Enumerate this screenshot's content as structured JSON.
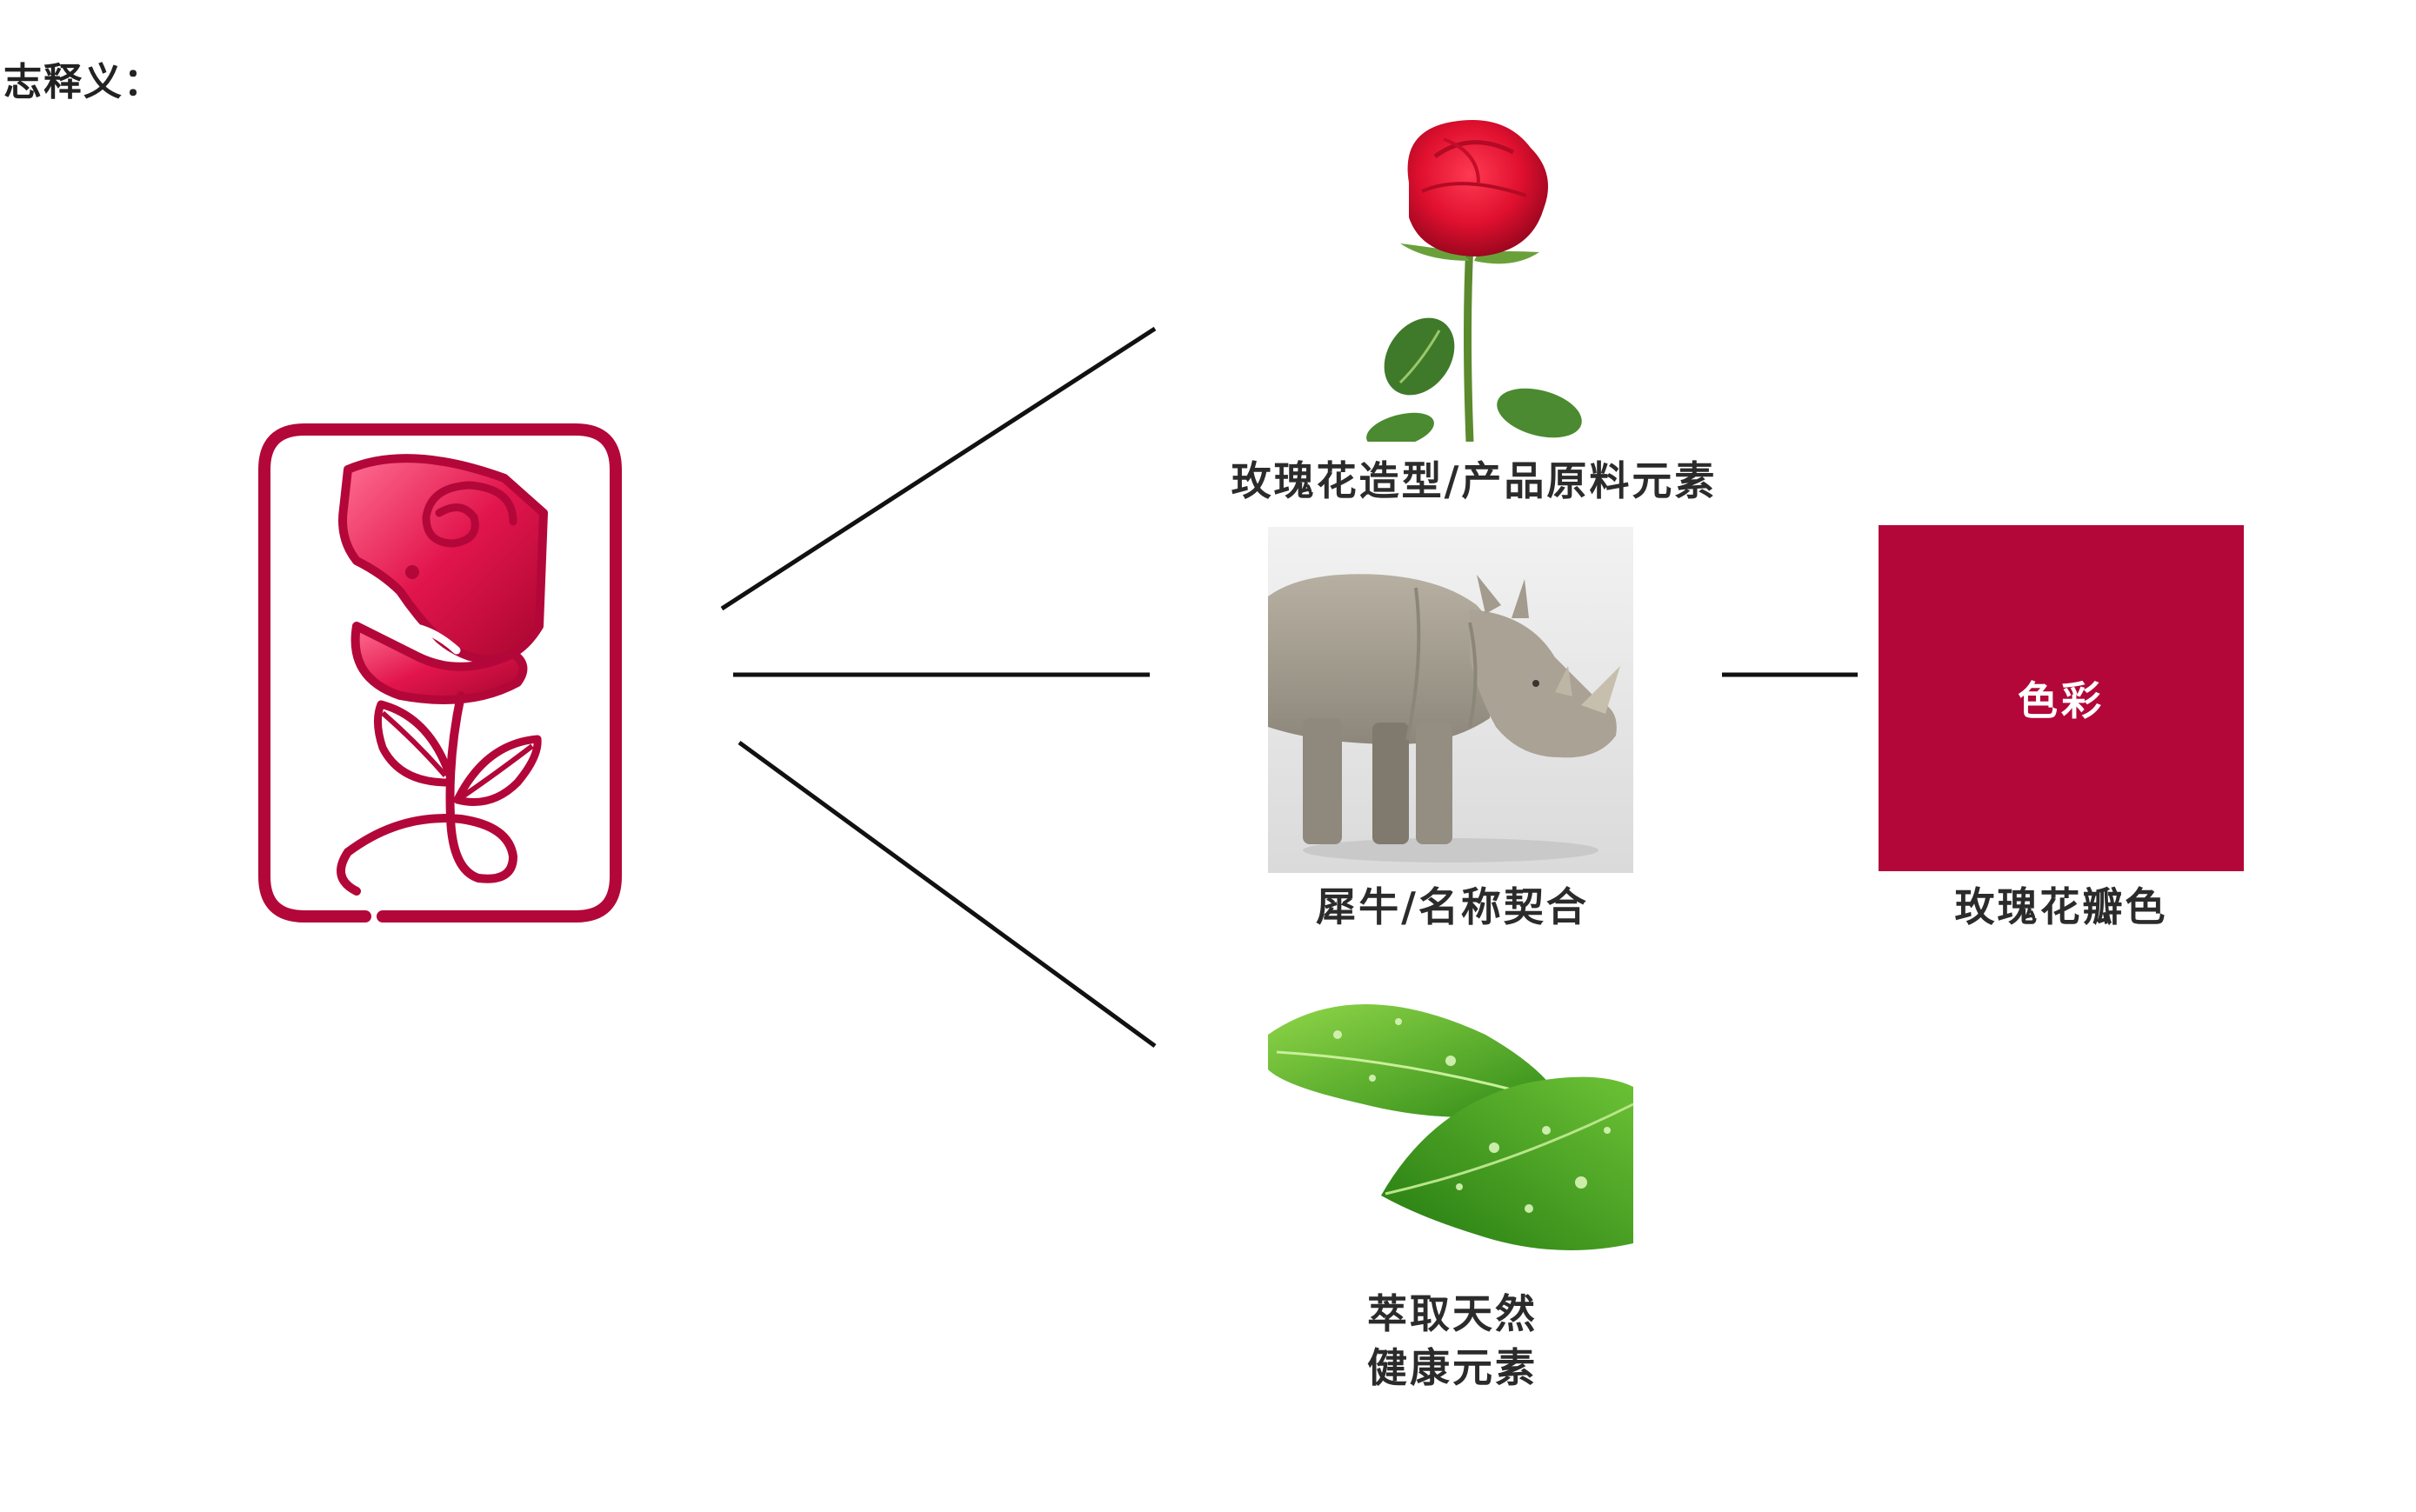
{
  "heading": "志释义：",
  "brand_color": "#b3073a",
  "logo": {
    "icon": "rose-rhino-logo-icon"
  },
  "elements": [
    {
      "icon": "red-rose-image",
      "caption": "玫瑰花造型/产品原料元素"
    },
    {
      "icon": "rhino-image",
      "caption": "犀牛/名称契合"
    },
    {
      "icon": "green-leaves-image",
      "caption_lines": [
        "萃取天然",
        "健康元素"
      ]
    }
  ],
  "color_block": {
    "label": "色彩",
    "caption": "玫瑰花瓣色",
    "color": "#b3073a"
  }
}
